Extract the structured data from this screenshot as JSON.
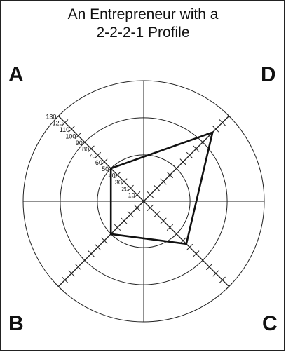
{
  "chart_data": {
    "type": "radar",
    "title_line1": "An Entrepreneur with a",
    "title_line2": "2-2-2-1 Profile",
    "quadrants": [
      "A",
      "B",
      "C",
      "D"
    ],
    "axis_ticks": [
      10,
      20,
      30,
      40,
      50,
      60,
      70,
      80,
      90,
      100,
      110,
      120,
      130
    ],
    "rings": [
      50,
      90,
      130
    ],
    "max_value": 130,
    "profile": [
      {
        "quadrant": "A",
        "value": 50
      },
      {
        "quadrant": "B",
        "value": 50
      },
      {
        "quadrant": "C",
        "value": 65
      },
      {
        "quadrant": "D",
        "value": 105
      }
    ],
    "grid": true
  }
}
